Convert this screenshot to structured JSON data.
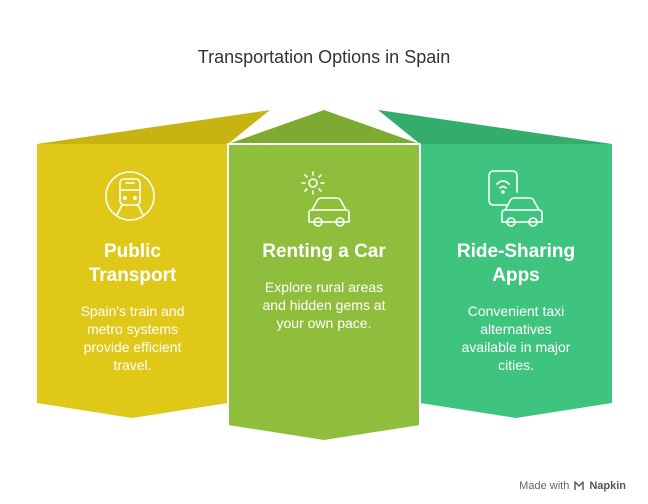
{
  "title": "Transportation Options in Spain",
  "colors": {
    "yellow": "#DFC817",
    "yellow_dark": "#C7B412",
    "green": "#8EBE3C",
    "green_dark": "#7DAA31",
    "teal": "#3EC47E",
    "teal_dark": "#33AC6C"
  },
  "options": [
    {
      "title_line1": "Public",
      "title_line2": "Transport",
      "desc_line1": "Spain's train and",
      "desc_line2": "metro systems",
      "desc_line3": "provide efficient",
      "desc_line4": "travel.",
      "icon": "train-icon"
    },
    {
      "title_line1": "Renting a Car",
      "desc_line1": "Explore rural areas",
      "desc_line2": "and hidden gems at",
      "desc_line3": "your own pace.",
      "icon": "car-sun-icon"
    },
    {
      "title_line1": "Ride-Sharing",
      "title_line2": "Apps",
      "desc_line1": "Convenient taxi",
      "desc_line2": "alternatives",
      "desc_line3": "available in major",
      "desc_line4": "cities.",
      "icon": "phone-car-icon"
    }
  ],
  "credit": {
    "prefix": "Made with",
    "brand": "Napkin"
  }
}
